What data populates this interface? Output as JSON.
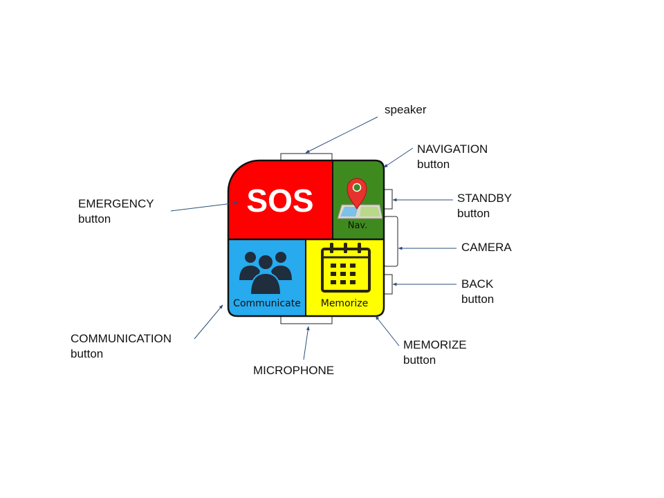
{
  "device": {
    "sos_label": "SOS",
    "nav_label": "Nav.",
    "communicate_label": "Communicate",
    "memorize_label": "Memorize",
    "icons": {
      "navigation": "map-pin-icon",
      "communicate": "people-group-icon",
      "memorize": "calendar-icon"
    }
  },
  "colors": {
    "sos": "#ff0000",
    "navigation": "#3f8a1f",
    "communicate": "#27aaee",
    "memorize": "#ffff00",
    "outline": "#111111",
    "leader": "#2a4d7a"
  },
  "callouts": {
    "speaker": {
      "line1": "speaker"
    },
    "navigation": {
      "line1": "NAVIGATION",
      "line2": "button"
    },
    "standby": {
      "line1": "STANDBY",
      "line2": "button"
    },
    "camera": {
      "line1": "CAMERA"
    },
    "back": {
      "line1": "BACK",
      "line2": "button"
    },
    "emergency": {
      "line1": "EMERGENCY",
      "line2": "button"
    },
    "communication": {
      "line1": "COMMUNICATION",
      "line2": "button"
    },
    "microphone": {
      "line1": "MICROPHONE"
    },
    "memorize": {
      "line1": "MEMORIZE",
      "line2": "button"
    }
  }
}
